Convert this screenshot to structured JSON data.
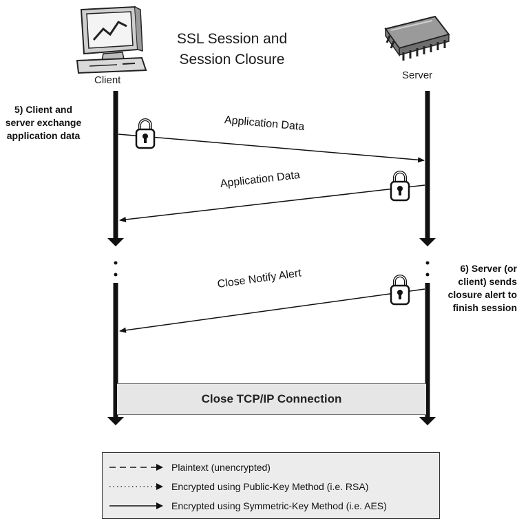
{
  "title": "SSL Session and Session Closure",
  "actors": {
    "client": "Client",
    "server": "Server"
  },
  "notes": {
    "step5": "5) Client and server exchange application data",
    "step6": "6) Server (or client) sends closure alert to finish session"
  },
  "messages": [
    {
      "id": "app-data-1",
      "label": "Application Data",
      "from": "client",
      "to": "server",
      "style": "solid",
      "locked": true
    },
    {
      "id": "app-data-2",
      "label": "Application Data",
      "from": "server",
      "to": "client",
      "style": "solid",
      "locked": true
    },
    {
      "id": "close-notify",
      "label": "Close Notify Alert",
      "from": "server",
      "to": "client",
      "style": "solid",
      "locked": true
    }
  ],
  "close_connection": "Close TCP/IP Connection",
  "legend": [
    {
      "style": "dashed",
      "label": "Plaintext (unencrypted)"
    },
    {
      "style": "dotted",
      "label": "Encrypted using Public-Key Method (i.e. RSA)"
    },
    {
      "style": "solid",
      "label": "Encrypted using Symmetric-Key Method (i.e. AES)"
    }
  ],
  "icons": [
    "computer-icon",
    "server-chip-icon",
    "padlock-icon"
  ]
}
